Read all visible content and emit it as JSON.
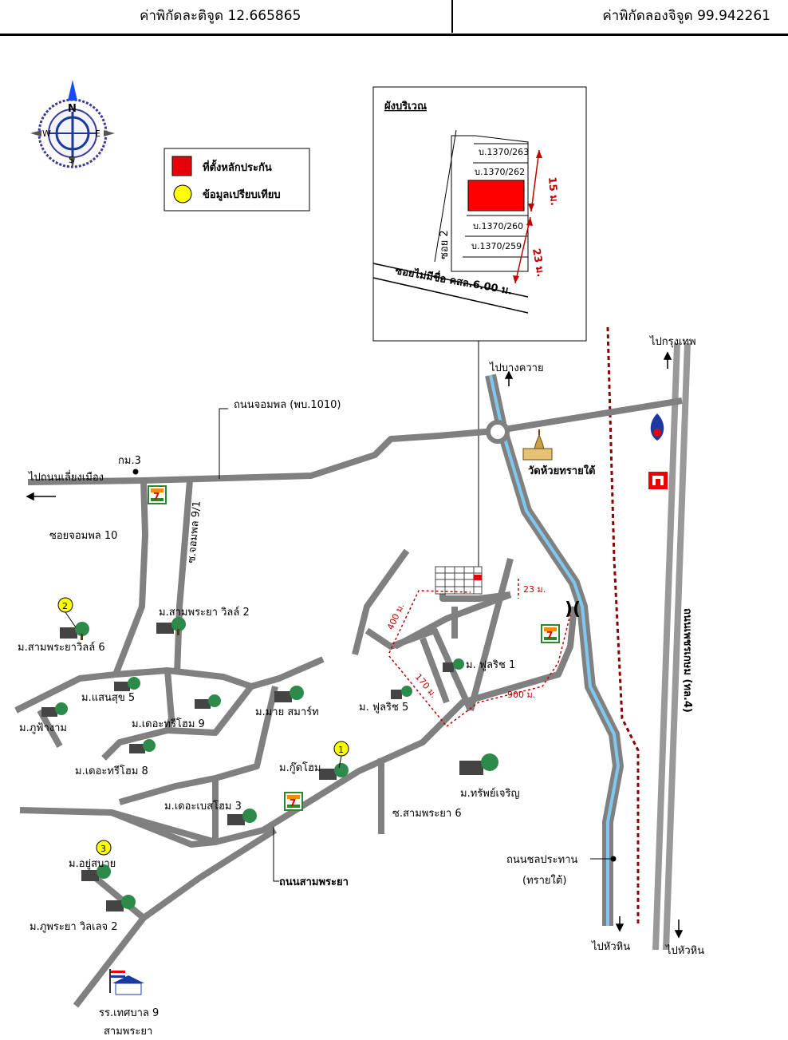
{
  "header": {
    "latitude": "ค่าพิกัดละติจูด 12.665865",
    "longitude": "ค่าพิกัดลองจิจูด 99.942261"
  },
  "legend": {
    "collateral": "ที่ตั้งหลักประกัน",
    "comparison": "ข้อมูลเปรียบเทียบ",
    "colors": {
      "collateral": "#e8000b",
      "comparison": "#ffff00"
    }
  },
  "compass": {
    "n": "N",
    "s": "S",
    "e": "E",
    "w": "W"
  },
  "inset": {
    "title": "ผังบริเวณ",
    "plots": [
      "บ.1370/263",
      "บ.1370/262",
      "บ.1370/260",
      "บ.1370/259"
    ],
    "soi": "ซอย 2",
    "road": "ซอยไม่มีชื่อ คสล.6.00 ม.",
    "dim_top": "15 ม.",
    "dim_bottom": "23 ม."
  },
  "labels": {
    "to_bang_khwai": "ไปบางควาย",
    "to_bangkok": "ไปกรุงเทพ",
    "jomphon_road": "ถนนจอมพล (พบ.1010)",
    "km3": "กม.3",
    "to_ring_road": "ไปถนนเลี่ยงเมือง",
    "soi_jomphon_10": "ซอยจอมพล 10",
    "soi_jomphon_9_1": "ซ.จอมพล 9/1",
    "wat": "วัดห้วยทรายใต้",
    "phetkasem": "ถนนเพชรเกษม (ทล.4)",
    "sam_phraya_villa_2": "ม.สามพระยา วิลล์ 2",
    "sam_phraya_villa_6": "ม.สามพระยาวิลล์ 6",
    "saen_suk_5": "ม.แสนสุข 5",
    "phu_fa_ngam": "ม.ภูฟ้างาม",
    "the_tree_home_9": "ม.เดอะทรีโฮม 9",
    "the_tree_home_8": "ม.เดอะทรีโฮม 8",
    "my_smart": "ม.มาย สมาร์ท",
    "full_rich_1": "ม. ฟูลริช 1",
    "full_rich_5": "ม. ฟูลริช 5",
    "good_home": "ม.กู๊ดโฮม",
    "sap_charoen": "ม.ทรัพย์เจริญ",
    "the_best_home_3": "ม.เดอะเบสโฮม 3",
    "soi_sam_phraya_6": "ซ.สามพระยา 6",
    "sam_phraya_road": "ถนนสามพระยา",
    "yu_sabai": "ม.อยู่สบาย",
    "phu_phraya_village_2": "ม.ภูพระยา วิลเลจ 2",
    "school_line1": "รร.เทศบาล 9",
    "school_line2": "สามพระยา",
    "chon_prathan_1": "ถนนชลประทาน",
    "chon_prathan_2": "(ทรายใต้)",
    "to_hua_hin_1": "ไปหัวหิน",
    "to_hua_hin_2": "ไปหัวหิน",
    "d400": "400 ม.",
    "d170": "170 ม.",
    "d900": "900 ม.",
    "d23": "23 ม."
  },
  "markers": [
    "1",
    "2",
    "3"
  ]
}
